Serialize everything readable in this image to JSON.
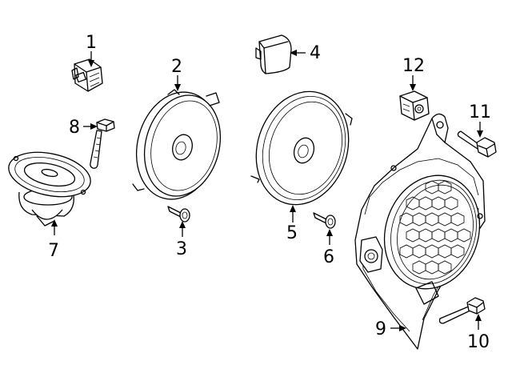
{
  "diagram": {
    "callouts": [
      {
        "id": "1",
        "part": "connector"
      },
      {
        "id": "2",
        "part": "front-door-speaker"
      },
      {
        "id": "3",
        "part": "screw"
      },
      {
        "id": "4",
        "part": "tweeter-cap"
      },
      {
        "id": "5",
        "part": "rear-door-speaker"
      },
      {
        "id": "6",
        "part": "screw"
      },
      {
        "id": "7",
        "part": "small-speaker"
      },
      {
        "id": "8",
        "part": "bolt"
      },
      {
        "id": "9",
        "part": "subwoofer-enclosure"
      },
      {
        "id": "10",
        "part": "bolt"
      },
      {
        "id": "11",
        "part": "bolt"
      },
      {
        "id": "12",
        "part": "connector"
      }
    ]
  },
  "colors": {
    "line": "#000000",
    "background": "#ffffff"
  }
}
